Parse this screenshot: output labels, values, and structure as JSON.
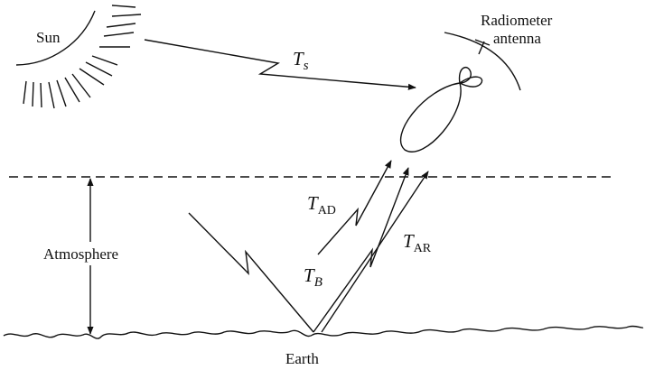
{
  "labels": {
    "sun": "Sun",
    "radiometer_line1": "Radiometer",
    "radiometer_line2": "antenna",
    "atmosphere": "Atmosphere",
    "earth": "Earth"
  },
  "temperatures": {
    "ts": {
      "symbol": "T",
      "sub": "s"
    },
    "tad": {
      "symbol": "T",
      "sub": "AD"
    },
    "tb": {
      "symbol": "T",
      "sub": "B"
    },
    "tar": {
      "symbol": "T",
      "sub": "AR"
    }
  }
}
